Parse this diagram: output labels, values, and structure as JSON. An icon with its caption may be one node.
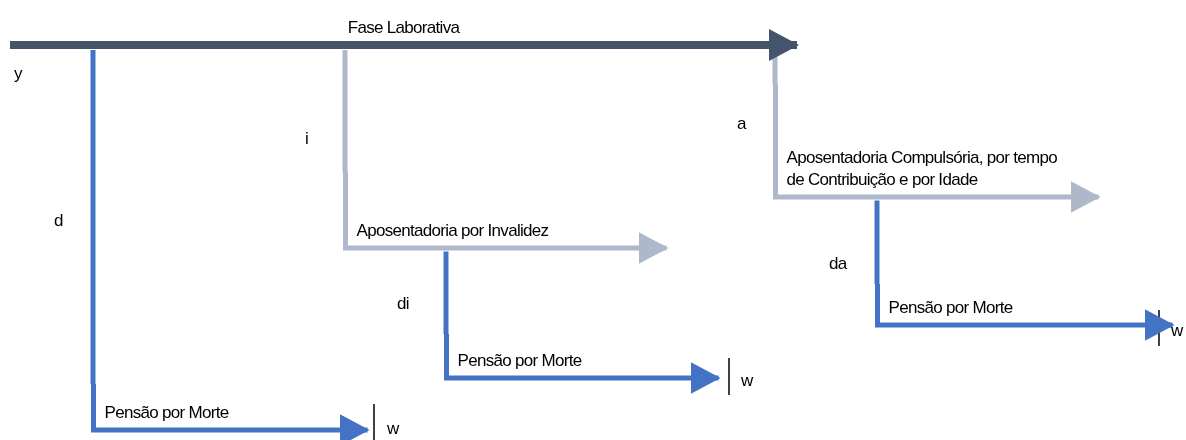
{
  "diagram": {
    "nodes": [
      {
        "text": [
          "Fase Laborativa"
        ]
      },
      {
        "text": [
          "Aposentadoria Compulsória, por tempo de Contribuição e por Idade"
        ]
      },
      {
        "text": [
          "Aposentadoria por Invalidez"
        ]
      },
      {
        "text": [
          "Pensão por Morte"
        ]
      },
      {
        "text": [
          "Pensão por Morte"
        ]
      },
      {
        "text": [
          "Pensão por Morte"
        ]
      }
    ],
    "edges": [
      {
        "from": 0,
        "to": 5,
        "arrow": "none",
        "label": "d",
        "color": "#4472c4"
      },
      {
        "from": 0,
        "to": 2,
        "arrow": "none",
        "label": "i",
        "color": "#adb9ca"
      },
      {
        "from": 0,
        "to": 1,
        "arrow": "none",
        "label": "a",
        "color": "#adb9ca"
      },
      {
        "from": 2,
        "to": 4,
        "arrow": "none",
        "label": "di",
        "color": "#4472c4"
      },
      {
        "from": 1,
        "to": 3,
        "arrow": "none",
        "label": "da",
        "color": "#4472c4"
      }
    ],
    "labels": [
      "y",
      "w",
      "w",
      "w"
    ]
  }
}
